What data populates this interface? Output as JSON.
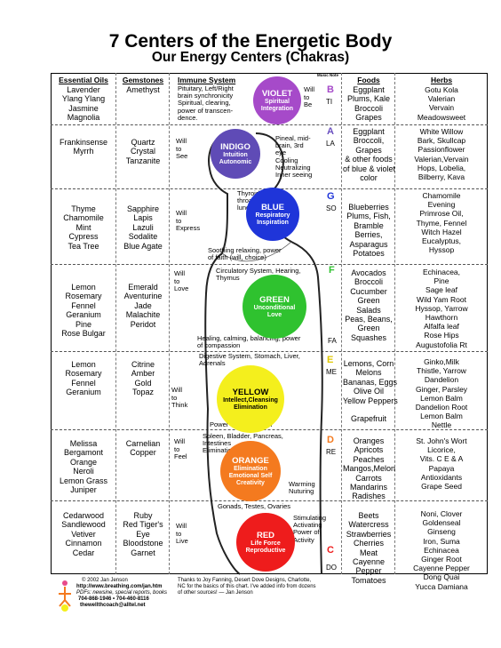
{
  "title": "7 Centers of the Energetic Body",
  "subtitle": "Our Energy Centers (Chakras)",
  "headers": {
    "oils": "Essential Oils",
    "gems": "Gemstones",
    "immune": "Immune System",
    "music": "Music Note",
    "foods": "Foods",
    "herbs": "Herbs"
  },
  "chakras": [
    {
      "name": "VIOLET",
      "sub": "Spiritual Integration",
      "color": "#a64ac9",
      "oils": [
        "Lavender",
        "Ylang Ylang",
        "Jasmine",
        "Magnolia"
      ],
      "gems": [
        "Amethyst"
      ],
      "will": [
        "Will",
        "to",
        "Be"
      ],
      "note": "B",
      "solfege": "TI",
      "note_color": "#a64ac9",
      "body": [
        "Pituitary, Left/Right",
        "brain synchronicity",
        "Spiritual, clearing,",
        "power of transcen-",
        "dence."
      ],
      "foods": [
        "Eggplant",
        "Plums, Kale",
        "Broccoli",
        "Grapes"
      ],
      "herbs": [
        "Gotu Kola",
        "Valerian",
        "Vervain",
        "Meadowsweet"
      ]
    },
    {
      "name": "INDIGO",
      "sub": "Intuition Autonomic",
      "color": "#5f4bb6",
      "oils": [
        "Frankinsense",
        "Myrrh"
      ],
      "gems": [
        "Quartz",
        "Crystal",
        "Tanzanite"
      ],
      "will": [
        "Will",
        "to",
        "See"
      ],
      "note": "A",
      "solfege": "LA",
      "note_color": "#6a4fc0",
      "body": [
        "Pineal, mid-",
        "brain, 3rd",
        "eye",
        "Cooling",
        "Neutralizing",
        "Inner seeing"
      ],
      "foods": [
        "Eggplant",
        "Broccoli,",
        "Grapes",
        "& other foods",
        "of blue & violet",
        "color"
      ],
      "herbs": [
        "White Willow",
        "Bark, Skullcap",
        "Passionflower",
        "Valerian,Vervain",
        "Hops, Lobelia,",
        "Bilberry, Kava"
      ]
    },
    {
      "name": "BLUE",
      "sub": "Respiratory Inspiration",
      "color": "#1f35d9",
      "oils": [
        "Thyme",
        "Chamomile",
        "Mint",
        "Cypress",
        "Tea Tree"
      ],
      "gems": [
        "Sapphire",
        "Lapis",
        "Lazuli",
        "Sodalite",
        "Blue Agate"
      ],
      "will": [
        "Will",
        "to",
        "Express"
      ],
      "note": "G",
      "solfege": "SO",
      "note_color": "#1f35d9",
      "body_top": [
        "Thyroid, nose,",
        "throat,",
        "lungs"
      ],
      "body": [
        "Soothing relaxing, power",
        "of faith (will, choice)"
      ],
      "foods": [
        "Blueberries",
        "Plums, Fish,",
        "Bramble",
        "Berries,",
        "Asparagus",
        "Potatoes"
      ],
      "herbs": [
        "Chamomile",
        "Evening",
        "Primrose Oil,",
        "Thyme, Fennel",
        "Witch Hazel",
        "Eucalyptus,",
        "Hyssop"
      ]
    },
    {
      "name": "GREEN",
      "sub": "Unconditional Love",
      "color": "#2fc22f",
      "oils": [
        "Lemon",
        "Rosemary",
        "Fennel",
        "Geranium",
        "Pine",
        "Rose Bulgar"
      ],
      "gems": [
        "Emerald",
        "Aventurine",
        "Jade",
        "Malachite",
        "Peridot"
      ],
      "will": [
        "Will",
        "to",
        "Love"
      ],
      "note": "F",
      "solfege": "FA",
      "note_color": "#2fc22f",
      "body_top": [
        "Circulatory System, Hearing,",
        "Thymus"
      ],
      "body": [
        "Healing, calming, balancing, power",
        "of compassion"
      ],
      "foods": [
        "Avocados",
        "Broccoli",
        "Cucumber",
        "Green",
        "Salads",
        "Peas, Beans,",
        "Green",
        "Squashes"
      ],
      "herbs": [
        "Echinacea,",
        "Pine",
        "Sage leaf",
        "Wild Yam Root",
        "Hyssop, Yarrow",
        "Hawthorn",
        "Alfalfa leaf",
        "Rose Hips",
        "Augustofolia Rt"
      ]
    },
    {
      "name": "YELLOW",
      "sub": "Intellect,Cleansing Elimination",
      "color": "#f4ef1d",
      "oils": [
        "Lemon",
        "Rosemary",
        "Fennel",
        "Geranium"
      ],
      "gems": [
        "Citrine",
        "Amber",
        "Gold",
        "Topaz"
      ],
      "will": [
        "Will",
        "to",
        "Think"
      ],
      "note": "E",
      "solfege": "ME",
      "note_color": "#e0c800",
      "body_top": [
        "Digestive System, Stomach, Liver,",
        "Adrenals"
      ],
      "body": [
        "Power of Imagination"
      ],
      "foods": [
        "Lemons, Corn",
        "Melons",
        "Bananas, Eggs",
        "Olive Oil",
        "Yellow Peppers",
        "",
        "Grapefruit"
      ],
      "herbs": [
        "Ginko,Milk",
        "Thistle, Yarrow",
        "Dandelion",
        "Ginger, Parsley",
        "Lemon Balm",
        "Dandelion Root",
        "Lemon Balm",
        "Nettle"
      ]
    },
    {
      "name": "ORANGE",
      "sub": "Elimination Emotional Self Creativity",
      "color": "#f47a1f",
      "oils": [
        "Melissa",
        "Bergamont",
        "Orange",
        "Neroli",
        "Lemon Grass",
        "Juniper"
      ],
      "gems": [
        "Carnelian",
        "Copper"
      ],
      "will": [
        "Will",
        "to",
        "Feel"
      ],
      "note": "D",
      "solfege": "RE",
      "note_color": "#f47a1f",
      "body_top": [
        "Spleen, Bladder, Pancreas,",
        "Intestines",
        "Elimination"
      ],
      "body": [
        "Warming",
        "Nuturing"
      ],
      "foods": [
        "Oranges",
        "Apricots",
        "Peaches",
        "Mangos,Melon",
        "Carrots",
        "Mandarins",
        "Radishes"
      ],
      "herbs": [
        "St. John's Wort",
        "Licorice,",
        "Vits. C  E & A",
        "Papaya",
        "Antioxidants",
        "Grape Seed"
      ]
    },
    {
      "name": "RED",
      "sub": "Life Force Reproductive",
      "color": "#ee1c1c",
      "oils": [
        "Cedarwood",
        "Sandlewood",
        "Vetiver",
        "Cinnamon",
        "Cedar"
      ],
      "gems": [
        "Ruby",
        "Red Tiger's",
        "Eye",
        "Bloodstone",
        "Garnet"
      ],
      "will": [
        "Will",
        "to",
        "Live"
      ],
      "note": "C",
      "solfege": "DO",
      "note_color": "#ee1c1c",
      "body_top": [
        "Gonads, Testes, Ovaries"
      ],
      "body": [
        "Stimulating",
        "Activating",
        "Power of",
        "Activity"
      ],
      "foods": [
        "Beets",
        "Watercress",
        "Strawberries",
        "Cherries",
        "Meat",
        "Cayenne",
        "Pepper",
        "Tomatoes"
      ],
      "herbs": [
        "Noni, Clover",
        "Goldenseal",
        "Ginseng",
        "Iron, Suma",
        "Echinacea",
        "Ginger Root",
        "Cayenne Pepper",
        "Dong Quai",
        "Yucca Damiana"
      ]
    }
  ],
  "footer": {
    "copyright": "© 2002 Jan Jenson",
    "url": "http://www.breathing.com/jan.htm",
    "pdfs": "PDFs: newsine, special reports, books",
    "phone": "704-868-1946 • 704-460-8116",
    "email": "thewellthcoach@alltel.net",
    "thanks": [
      "Thanks to Joy Fanning, Desert Dove Designs, Charlotte,",
      "NC  for the basics of this chart.  I've added info from dozens",
      "of other sources! — Jan Jenson"
    ]
  }
}
